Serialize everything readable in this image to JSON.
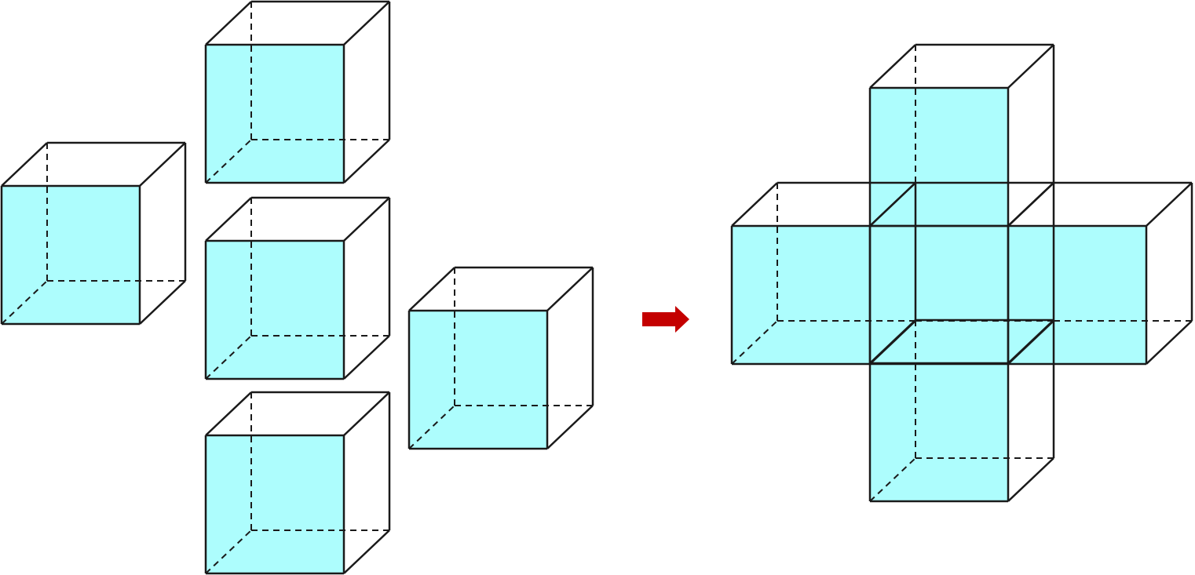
{
  "colors": {
    "face_fill": "#adfdfd",
    "edge": "#1a1a1a",
    "arrow": "#c40000",
    "background": "#ffffff"
  },
  "diagram": {
    "left_group": {
      "cube_count": 5
    },
    "arrow": {
      "direction": "right"
    },
    "right_group": {
      "shape": "cross of 5 cubes",
      "cube_count": 5
    }
  }
}
